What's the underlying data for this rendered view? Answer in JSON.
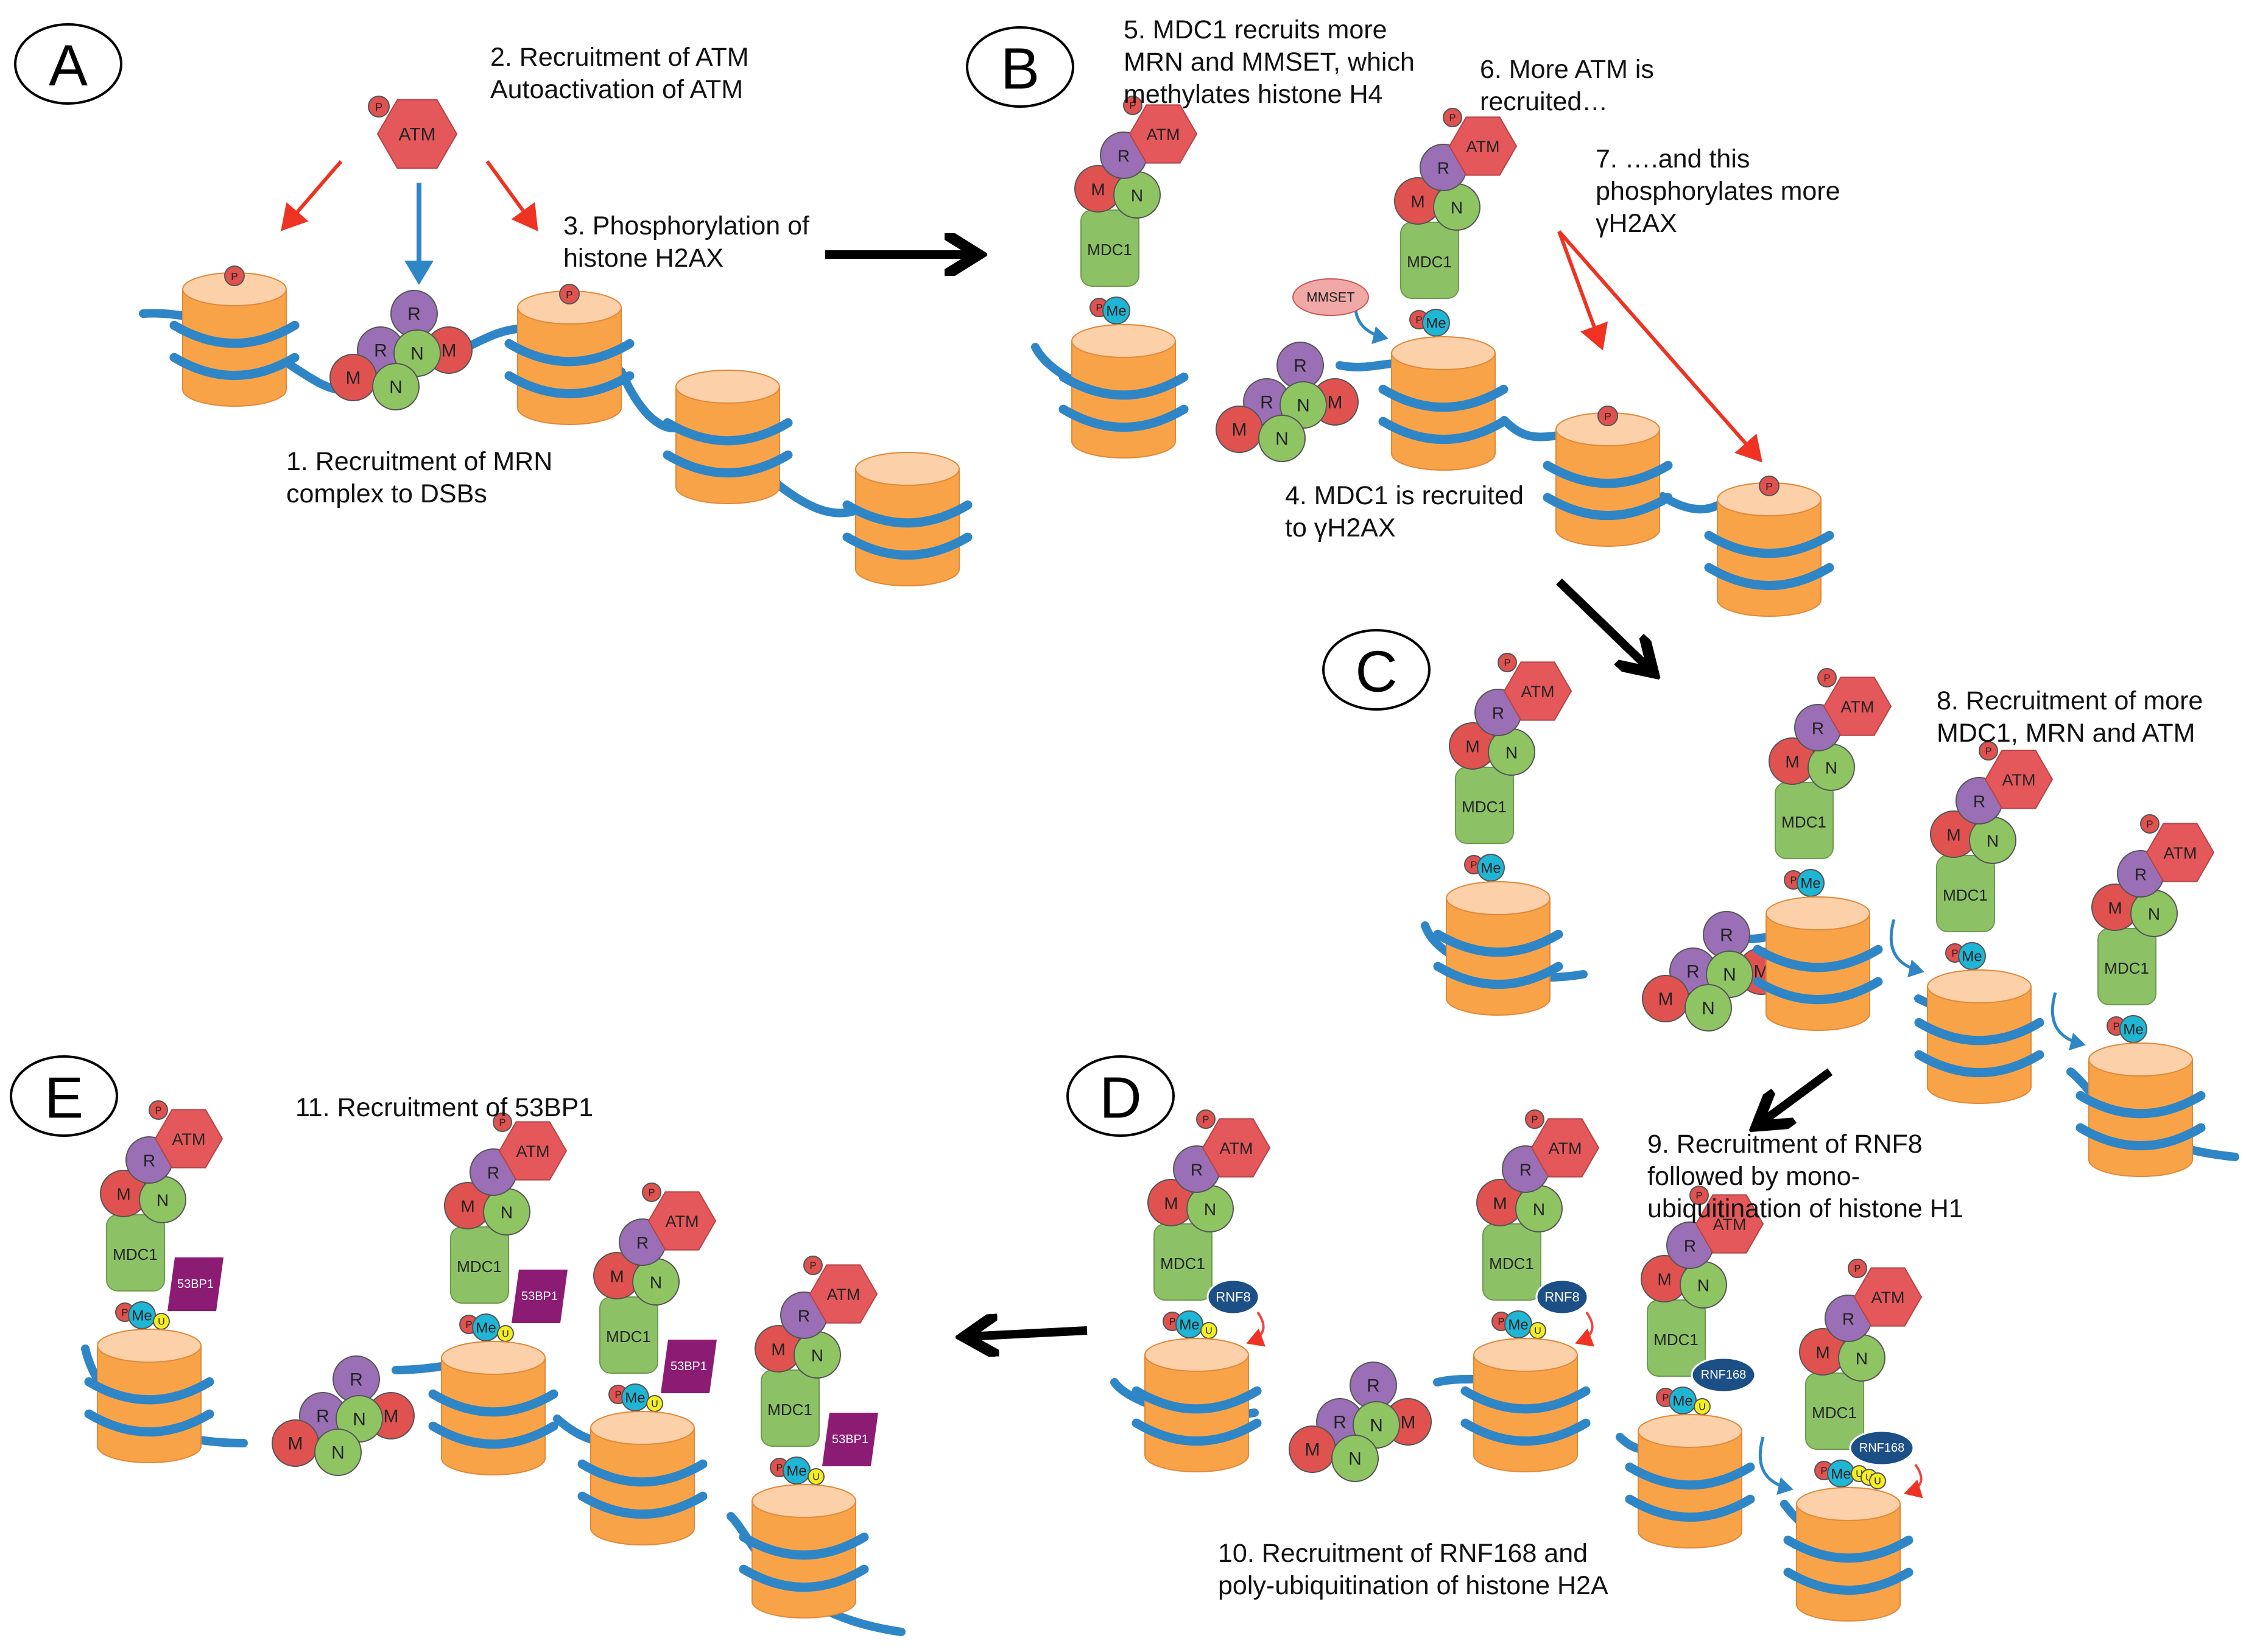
{
  "colors": {
    "nucleosome": "#f9a348",
    "nucleosome_top": "#fcd0a8",
    "dna": "#2f86c6",
    "mre11": "#e0524f",
    "rad50": "#9a6fb5",
    "nbs1": "#8fc463",
    "mdc1": "#8cc265",
    "atm": "#e4585b",
    "methyl": "#1fb6d6",
    "ubiquitin": "#f4ee21",
    "rnf": "#1b4f86",
    "bp53": "#8c1b74",
    "mmset": "#f1a9a8",
    "arrow_red": "#ee3322",
    "arrow_blue": "#2f86c6"
  },
  "glyphs": {
    "p": "P",
    "atm": "ATM",
    "m": "M",
    "r": "R",
    "n": "N",
    "mdc1": "MDC1",
    "me": "Me",
    "u": "U",
    "mmset": "MMSET",
    "rnf8": "RNF8",
    "rnf168": "RNF168",
    "bp53": "53BP1"
  },
  "panels": {
    "a": "A",
    "b": "B",
    "c": "C",
    "d": "D",
    "e": "E"
  },
  "steps": {
    "s1": [
      "1. Recruitment of MRN",
      "complex to DSBs"
    ],
    "s2": [
      "2. Recruitment of ATM",
      "Autoactivation of ATM"
    ],
    "s3": [
      "3. Phosphorylation of",
      "histone H2AX"
    ],
    "s4": [
      "4. MDC1 is recruited",
      "to γH2AX"
    ],
    "s5": [
      "5. MDC1 recruits more",
      "MRN and MMSET, which",
      "methylates histone H4"
    ],
    "s6": [
      "6. More ATM is",
      "recruited…"
    ],
    "s7": [
      "7. ….and this",
      "phosphorylates more",
      "γH2AX"
    ],
    "s8": [
      "8. Recruitment of more",
      "MDC1, MRN and ATM"
    ],
    "s9": [
      "9. Recruitment of RNF8",
      "followed by mono-",
      "ubiquitination of histone H1"
    ],
    "s10": [
      "10. Recruitment of RNF168 and",
      "poly-ubiquitination of histone H2A"
    ],
    "s11": [
      "11. Recruitment of 53BP1"
    ]
  }
}
